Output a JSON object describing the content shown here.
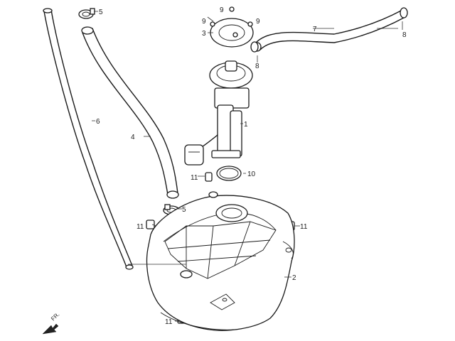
{
  "diagram": {
    "callouts": [
      "1",
      "2",
      "3",
      "4",
      "5",
      "6",
      "7",
      "8",
      "9",
      "10",
      "11"
    ],
    "direction_label": "FR."
  }
}
